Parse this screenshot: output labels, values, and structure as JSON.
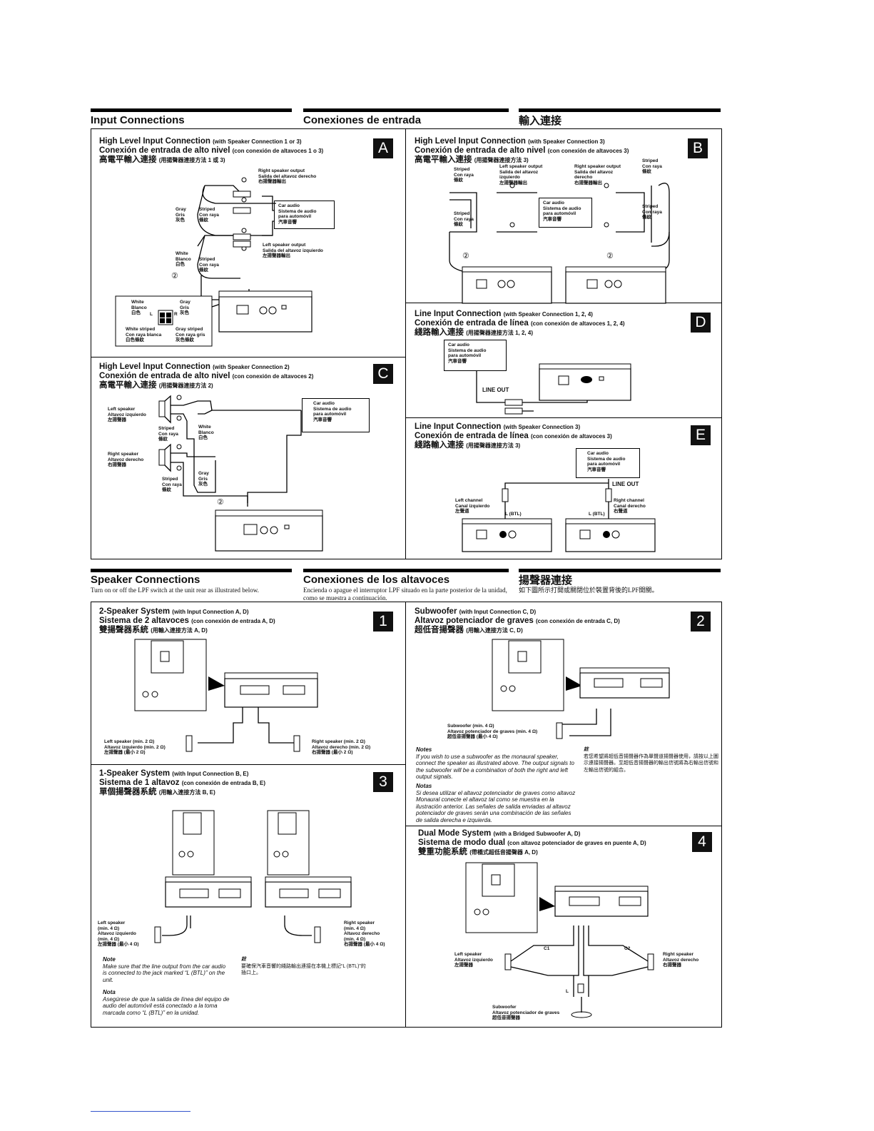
{
  "section1": {
    "en": "Input Connections",
    "es": "Conexiones de entrada",
    "zh": "輸入連接"
  },
  "panelA": {
    "badge": "A",
    "t1": "High Level Input Connection",
    "t1s": "(with Speaker Connection 1 or 3)",
    "t2": "Conexión de entrada de alto nivel",
    "t2s": "(con conexión de altavoces 1 o 3)",
    "t3": "高電平輸入連接",
    "t3s": "(用揚聲器連接方法 1 或 3)",
    "right_out": "Right speaker output",
    "right_out_es": "Salida del altavoz derecho",
    "right_out_zh": "右揚聲器輸出",
    "gray": "Gray",
    "gray_es": "Gris",
    "gray_zh": "灰色",
    "striped": "Striped",
    "striped_es": "Con raya",
    "striped_zh": "條紋",
    "white": "White",
    "white_es": "Blanco",
    "white_zh": "白色",
    "car_audio": "Car audio",
    "car_audio_es": "Sistema de audio",
    "car_audio_es2": "para automóvil",
    "car_audio_zh": "汽車音響",
    "left_out": "Left speaker output",
    "left_out_es": "Salida del altavoz izquierdo",
    "left_out_zh": "左揚聲器輸出",
    "num2": "②",
    "inset_white_striped": "White striped",
    "inset_white_striped_es": "Con raya blanca",
    "inset_white_striped_zh": "白色條紋",
    "inset_gray_striped": "Gray striped",
    "inset_gray_striped_es": "Con raya gris",
    "inset_gray_striped_zh": "灰色條紋",
    "inset_L": "L",
    "inset_R": "R"
  },
  "panelB": {
    "badge": "B",
    "t1": "High Level Input Connection",
    "t1s": "(with Speaker Connection 3)",
    "t2": "Conexión de entrada de alto nivel",
    "t2s": "(con conexión de altavoces 3)",
    "t3": "高電平輸入連接",
    "t3s": "(用揚聲器連接方法 3)",
    "left_out": "Left speaker output",
    "left_out_es": "Salida del altavoz",
    "left_out_es2": "izquierdo",
    "left_out_zh": "左揚聲器輸出",
    "right_out": "Right speaker output",
    "right_out_es": "Salida del altavoz",
    "right_out_es2": "derecho",
    "right_out_zh": "右揚聲器輸出"
  },
  "panelC": {
    "badge": "C",
    "t1": "High Level Input Connection",
    "t1s": "(with Speaker Connection 2)",
    "t2": "Conexión de entrada de alto nivel",
    "t2s": "(con conexión de altavoces 2)",
    "t3": "高電平輸入連接",
    "t3s": "(用揚聲器連接方法 2)",
    "left_spk": "Left speaker",
    "left_spk_es": "Altavoz izquierdo",
    "left_spk_zh": "左揚聲器",
    "right_spk": "Right speaker",
    "right_spk_es": "Altavoz derecho",
    "right_spk_zh": "右揚聲器"
  },
  "panelD": {
    "badge": "D",
    "t1": "Line Input Connection",
    "t1s": "(with Speaker Connection 1, 2, 4)",
    "t2": "Conexión de entrada de línea",
    "t2s": "(con conexión de altavoces 1, 2, 4)",
    "t3": "綫路輸入連接",
    "t3s": "(用揚聲器連接方法 1, 2, 4)",
    "line_out": "LINE OUT"
  },
  "panelE": {
    "badge": "E",
    "t1": "Line Input Connection",
    "t1s": "(with Speaker Connection 3)",
    "t2": "Conexión de entrada de línea",
    "t2s": "(con conexión de altavoces 3)",
    "t3": "綫路輸入連接",
    "t3s": "(用揚聲器連接方法 3)",
    "line_out": "LINE OUT",
    "left_ch": "Left channel",
    "left_ch_es": "Canal izquierdo",
    "left_ch_zh": "左聲道",
    "right_ch": "Right channel",
    "right_ch_es": "Canal derecho",
    "right_ch_zh": "右聲道",
    "l_btl": "L (BTL)"
  },
  "section2": {
    "en": "Speaker Connections",
    "es": "Conexiones de los altavoces",
    "zh": "揚聲器連接",
    "sub_en": "Turn on or off the LPF switch at the unit rear as illustrated below.",
    "sub_es": "Encienda o apague el interruptor LPF situado en la parte posterior de la unidad, como se muestra a continuación.",
    "sub_zh": "如下圖所示打開或關閉位於裝置背後的LPF開關。"
  },
  "panel1": {
    "badge": "1",
    "t1": "2-Speaker System",
    "t1s": "(with Input Connection A, D)",
    "t2": "Sistema de 2 altavoces",
    "t2s": "(con conexión de entrada A, D)",
    "t3": "雙揚聲器系統",
    "t3s": "(用輸入連接方法 A, D)",
    "left": "Left speaker (min. 2 Ω)",
    "left_es": "Altavoz izquierdo (min. 2 Ω)",
    "left_zh": "左揚聲器 (最小 2 Ω)",
    "right": "Right speaker (min. 2 Ω)",
    "right_es": "Altavoz derecho (min. 2 Ω)",
    "right_zh": "右揚聲器 (最小 2 Ω)"
  },
  "panel2": {
    "badge": "2",
    "t1": "Subwoofer",
    "t1s": "(with Input Connection C, D)",
    "t2": "Altavoz potenciador de graves",
    "t2s": "(con conexión de entrada C, D)",
    "t3": "超低音揚聲器",
    "t3s": "(用輸入連接方法 C, D)",
    "sub": "Subwoofer (min. 4 Ω)",
    "sub_es": "Altavoz potenciador de graves (min. 4 Ω)",
    "sub_zh": "超低音揚聲器 (最小 4 Ω)",
    "notes_h": "Notes",
    "notes": "If you wish to use a subwoofer as the monaural speaker, connect the speaker as illustrated above. The output signals to the subwoofer will be a combination of both the right and left output signals.",
    "notas_h": "Notas",
    "notas": "Si desea utilizar el altavoz potenciador de graves como altavoz Monaural conecte el altavoz tal como se muestra en la ilustración anterior. Las señales de salida enviadas al altavoz potenciador de graves serán una combinación de las señales de salida derecha e izquierda.",
    "zh_h": "註",
    "zh_note": "若您希望將超低音揚聲器作為單聲道揚聲器使用，請按以上圖示連接揚聲器。至超低音揚聲器的輸出信號將為右輸出信號和左輸出信號的組合。"
  },
  "panel3": {
    "badge": "3",
    "t1": "1-Speaker System",
    "t1s": "(with Input Connection B, E)",
    "t2": "Sistema de 1 altavoz",
    "t2s": "(con conexión de entrada B, E)",
    "t3": "單個揚聲器系統",
    "t3s": "(用輸入連接方法 B, E)",
    "left": "Left speaker",
    "left2": "(min. 4 Ω)",
    "left_es": "Altavoz izquierdo",
    "left_es2": "(min. 4 Ω)",
    "left_zh": "左揚聲器 (最小 4 Ω)",
    "right": "Right speaker",
    "right2": "(min. 4 Ω)",
    "right_es": "Altavoz derecho",
    "right_es2": "(min. 4 Ω)",
    "right_zh": "右揚聲器 (最小 4 Ω)",
    "note_h": "Note",
    "note": "Make sure that the line output from the car audio is connected to the jack marked “L (BTL)” on the unit.",
    "nota_h": "Nota",
    "nota": "Asegúrese de que la salida de línea del equipo de audio del automóvil está conectado a la toma marcada como “L (BTL)” en la unidad.",
    "zh_h": "註",
    "zh_note": "要確保汽車音響的綫路輸出連接在本機上標記“L (BTL)”的插口上。"
  },
  "panel4": {
    "badge": "4",
    "t1": "Dual Mode System",
    "t1s": "(with a Bridged Subwoofer A, D)",
    "t2": "Sistema de modo dual",
    "t2s": "(con altavoz potenciador de graves en puente A, D)",
    "t3": "雙重功能系統",
    "t3s": "(帶橋式超低音揚聲器 A, D)",
    "left": "Left speaker",
    "left_es": "Altavoz izquierdo",
    "left_zh": "左揚聲器",
    "right": "Right speaker",
    "right_es": "Altavoz derecho",
    "right_zh": "右揚聲器",
    "c1": "C1",
    "c2": "C2",
    "l": "L",
    "sub": "Subwoofer",
    "sub_es": "Altavoz potenciador de graves",
    "sub_zh": "超低音揚聲器"
  }
}
